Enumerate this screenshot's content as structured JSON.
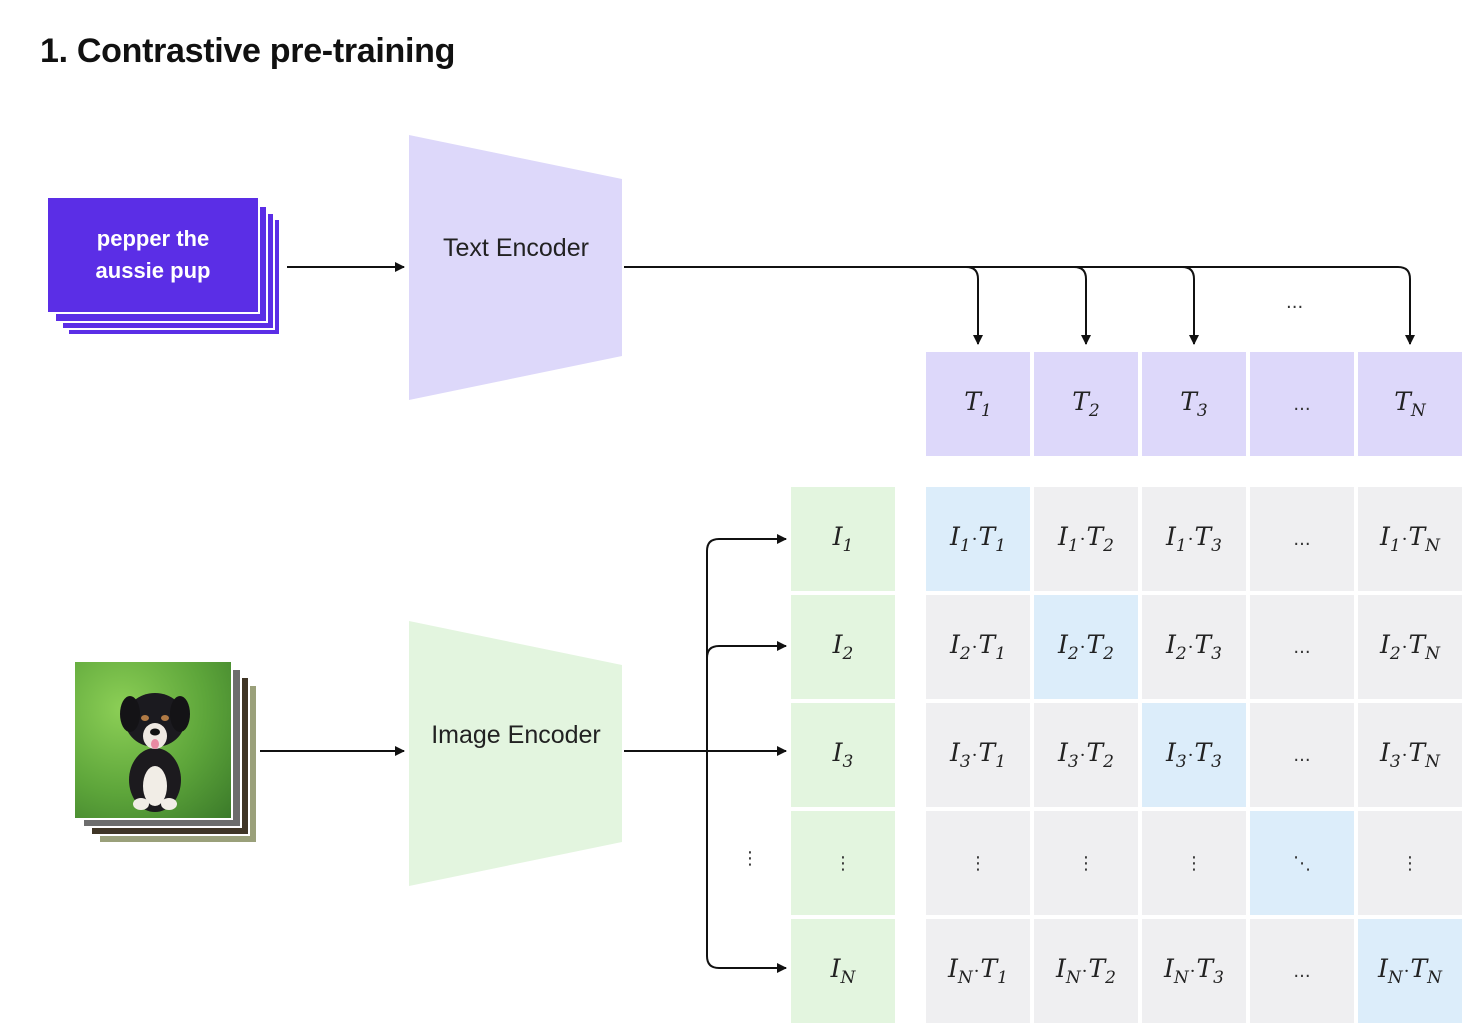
{
  "title": "1. Contrastive pre-training",
  "text_input": {
    "caption": "pepper the aussie pup"
  },
  "text_encoder": {
    "label": "Text Encoder"
  },
  "image_encoder": {
    "label": "Image Encoder"
  },
  "image_input": {
    "icon": "puppy-photo"
  },
  "text_embeddings": [
    "T1",
    "T2",
    "T3",
    "...",
    "TN"
  ],
  "image_embeddings": [
    "I1",
    "I2",
    "I3",
    "⋮",
    "IN"
  ],
  "between_arrows_label": "...",
  "left_ellipsis": "⋮",
  "matrix": [
    [
      "I1·T1",
      "I1·T2",
      "I1·T3",
      "...",
      "I1·TN"
    ],
    [
      "I2·T1",
      "I2·T2",
      "I2·T3",
      "...",
      "I2·TN"
    ],
    [
      "I3·T1",
      "I3·T2",
      "I3·T3",
      "...",
      "I3·TN"
    ],
    [
      "⋮",
      "⋮",
      "⋮",
      "⋱",
      "⋮"
    ],
    [
      "IN·T1",
      "IN·T2",
      "IN·T3",
      "...",
      "IN·TN"
    ]
  ],
  "colors": {
    "text_card": "#5b2ee6",
    "text_encoder": "#ddd8fa",
    "image_encoder": "#e3f5df",
    "diagonal": "#dcedfa",
    "matrix_cell": "#efeff1"
  }
}
